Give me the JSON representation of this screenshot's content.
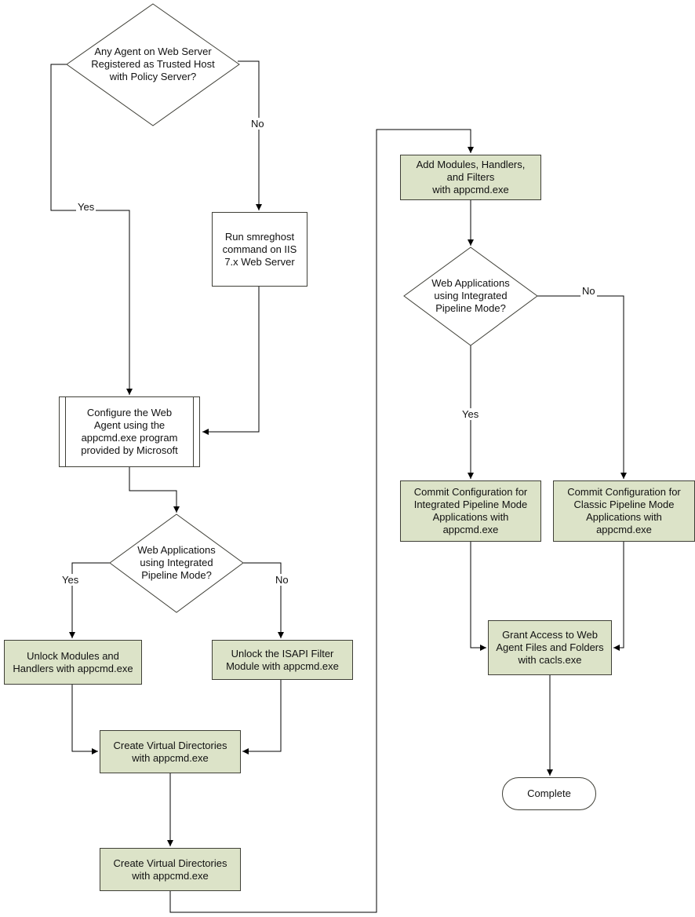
{
  "diagram": {
    "colors": {
      "process_fill": "#dce3c8",
      "shape_border": "#3f3f37",
      "connector": "#000000",
      "background": "#ffffff"
    },
    "nodes": {
      "decision_trusted_host": {
        "label": "Any Agent on Web Server\nRegistered as Trusted Host\nwith Policy Server?"
      },
      "run_smreghost": {
        "label": "Run smreghost\ncommand on IIS\n7.x Web Server"
      },
      "configure_web_agent": {
        "label": "Configure the Web\nAgent using the\nappcmd.exe program\nprovided  by Microsoft"
      },
      "decision_pipeline_left": {
        "label": "Web Applications\nusing Integrated\nPipeline Mode?"
      },
      "unlock_modules": {
        "label": "Unlock Modules and\nHandlers with appcmd.exe"
      },
      "unlock_isapi": {
        "label": "Unlock the ISAPI Filter\nModule with appcmd.exe"
      },
      "create_virtual_dirs_1": {
        "label": "Create Virtual Directories\nwith appcmd.exe"
      },
      "create_virtual_dirs_2": {
        "label": "Create Virtual Directories\nwith appcmd.exe"
      },
      "add_modules": {
        "label": "Add Modules, Handlers,\nand Filters\nwith appcmd.exe"
      },
      "decision_pipeline_right": {
        "label": "Web Applications\nusing Integrated\nPipeline Mode?"
      },
      "commit_integrated": {
        "label": "Commit Configuration for\nIntegrated Pipeline Mode\nApplications with\nappcmd.exe"
      },
      "commit_classic": {
        "label": "Commit Configuration for\nClassic Pipeline Mode\nApplications with\nappcmd.exe"
      },
      "grant_access": {
        "label": "Grant Access to Web\nAgent Files and Folders\nwith cacls.exe"
      },
      "complete": {
        "label": "Complete"
      }
    },
    "edge_labels": {
      "trusted_no": "No",
      "trusted_yes": "Yes",
      "pipeline_left_yes": "Yes",
      "pipeline_left_no": "No",
      "pipeline_right_yes": "Yes",
      "pipeline_right_no": "No"
    }
  }
}
